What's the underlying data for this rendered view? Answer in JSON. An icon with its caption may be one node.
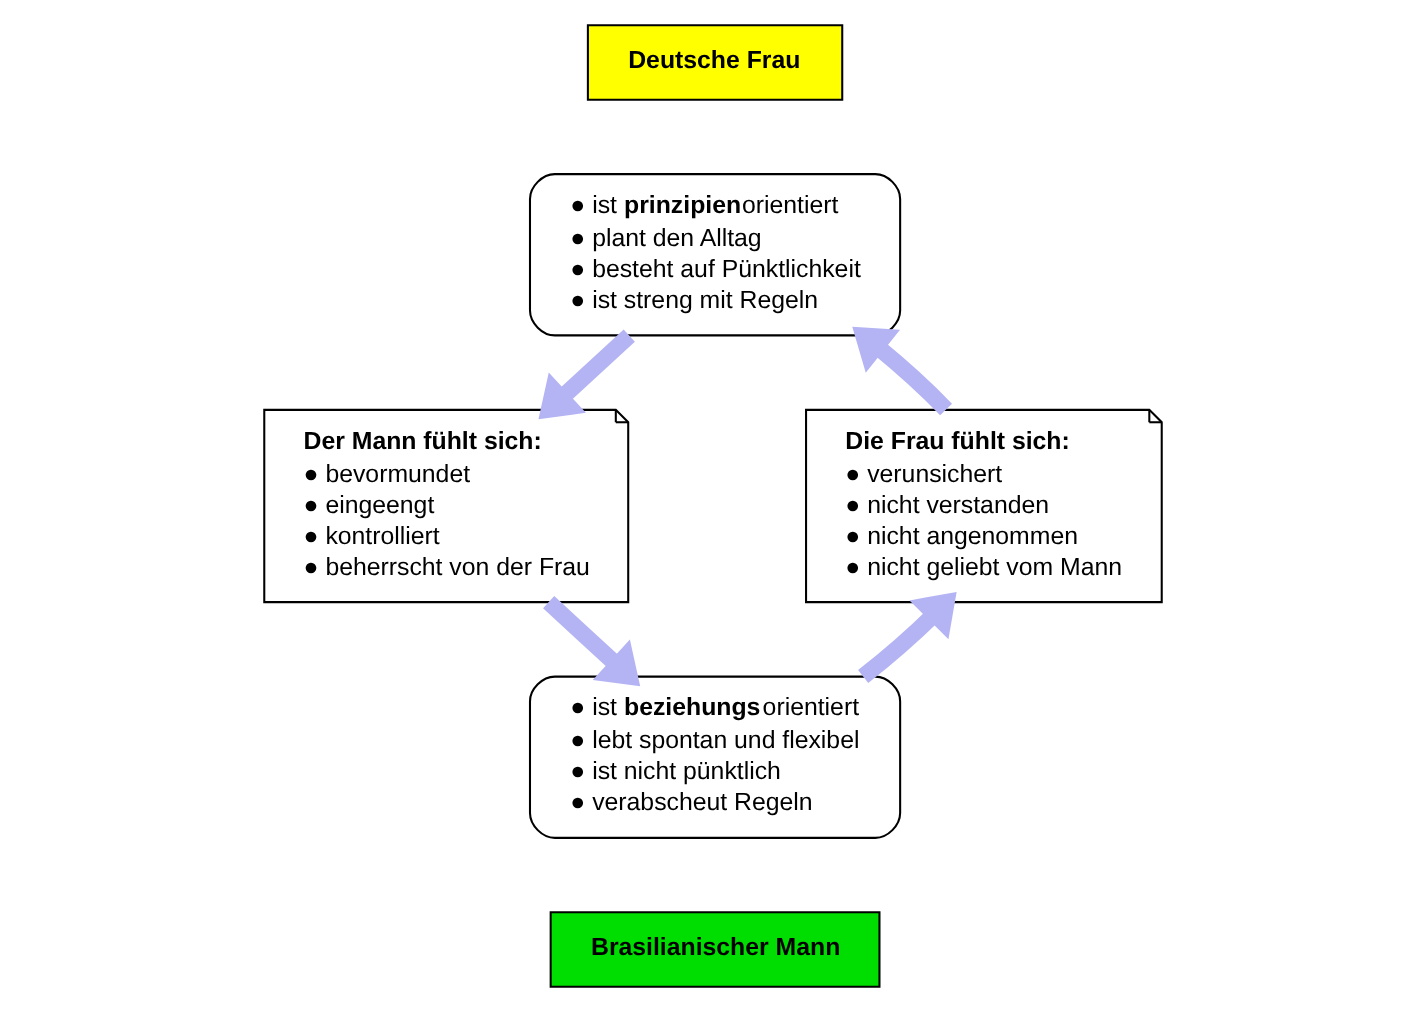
{
  "diagram": {
    "nodes": [
      {
        "text": [
          "Deutsche Frau"
        ]
      },
      {
        "text": [
          "● ist **prinzipien**orientiert",
          "● plant den Alltag",
          "● besteht auf Pünktlichkeit",
          "● ist streng mit Regeln"
        ]
      },
      {
        "text": [
          "Der Mann fühlt sich:",
          "● bevormundet",
          "● eingeengt",
          "● kontrolliert",
          "● beherrscht von der Frau"
        ]
      },
      {
        "text": [
          "● ist **beziehungs**orientiert",
          "● lebt spontan und flexibel",
          "● ist nicht pünktlich",
          "● verabscheut Regeln"
        ]
      },
      {
        "text": [
          "Brasilianischer Mann"
        ]
      },
      {
        "text": [
          "Die Frau fühlt sich:",
          "● verunsichert",
          "● nicht verstanden",
          "● nicht angenommen",
          "● nicht geliebt vom Mann"
        ]
      }
    ],
    "edges": [
      {
        "from": 1,
        "to": 2,
        "arrow": "to"
      },
      {
        "from": 2,
        "to": 3,
        "arrow": "to"
      },
      {
        "from": 3,
        "to": 5,
        "arrow": "to"
      },
      {
        "from": 5,
        "to": 1,
        "arrow": "to"
      }
    ]
  }
}
